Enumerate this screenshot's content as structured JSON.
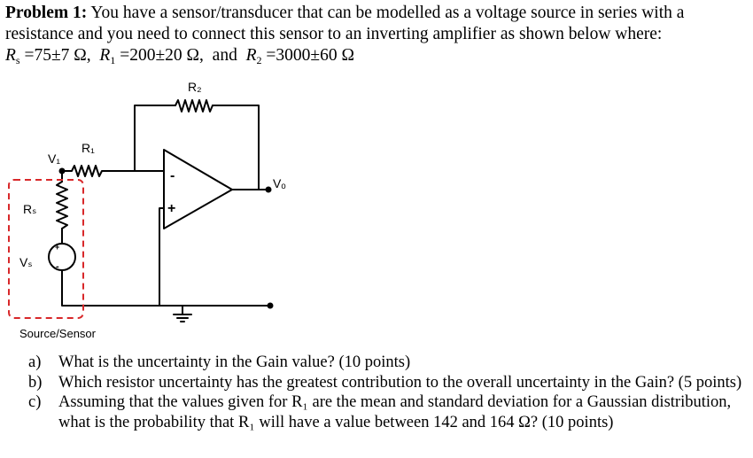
{
  "problem": {
    "label": "Problem 1:",
    "line1": "You have a sensor/transducer that can be modelled as a voltage source in series with a",
    "line2": "resistance and you need to connect this sensor to an inverting amplifier as shown below where:",
    "rs": {
      "sym": "R",
      "sub": "s",
      "val": "=75±7  Ω,"
    },
    "r1": {
      "sym": "R",
      "sub": "1",
      "val": "=200±20  Ω,"
    },
    "and": "and",
    "r2": {
      "sym": "R",
      "sub": "2",
      "val": "=3000±60  Ω"
    }
  },
  "circuit": {
    "r2_label": "R₂",
    "r1_label": "R₁",
    "v1_label": "V₁",
    "vo_label": "Vₒ",
    "rs_label": "Rₛ",
    "vs_label": "Vₛ",
    "minus_sign": "-",
    "plus_sign": "+",
    "src_plus": "+",
    "src_minus": "-",
    "box_label": "Source/Sensor",
    "box_color": "#d8282a"
  },
  "questions": [
    {
      "label": "a)",
      "text": "What is the uncertainty in the Gain value? (10 points)"
    },
    {
      "label": "b)",
      "text": "Which resistor uncertainty has the greatest contribution to the overall uncertainty in the Gain? (5 points)"
    },
    {
      "label": "c)",
      "text": "Assuming that the values given for R₁ are the mean and standard deviation for a Gaussian distribution, what is the probability that R₁ will have a value between 142 and 164 Ω? (10 points)"
    }
  ]
}
